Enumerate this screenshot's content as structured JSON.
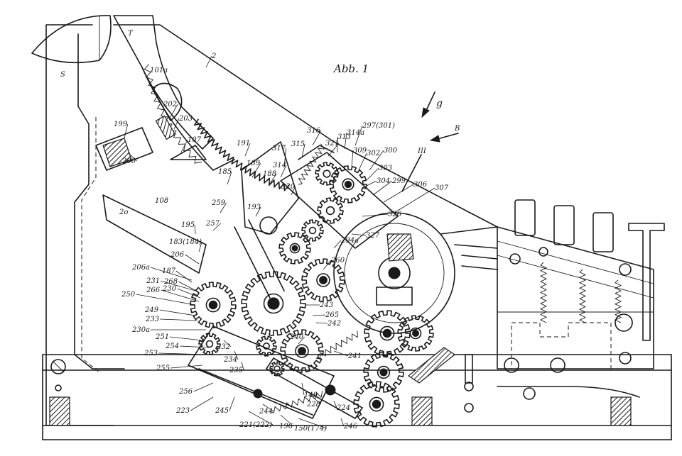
{
  "figure": {
    "title": "Abb. 1",
    "direction_labels": {
      "g": "g",
      "b": "B",
      "iii": "III"
    },
    "part_labels": {
      "s": "S",
      "t": "T",
      "z": "2",
      "zo": "2o",
      "p101a": "101a",
      "p202": "202",
      "p203": "203",
      "p199": "199",
      "p200": "200",
      "p107": "107",
      "p108": "108",
      "p191": "191",
      "p317": "317",
      "p316": "316",
      "p315": "315",
      "p321": "321",
      "p313": "313",
      "p314a": "314a",
      "p297": "297(301)",
      "p309": "309",
      "p302": "302",
      "p300": "300",
      "p303": "303",
      "p304": "304",
      "p299": "299",
      "p306": "306",
      "p307": "307",
      "p326": "326",
      "p327": "327",
      "p185": "185",
      "p189": "189",
      "p188": "188",
      "p314": "314",
      "p320": "320",
      "p259": "259",
      "p193": "193",
      "p195": "195",
      "p257": "257",
      "p183": "183(184)",
      "p206": "206",
      "p206a": "206a",
      "p187": "187",
      "p231": "231",
      "p268": "268",
      "p230": "230",
      "p250": "250",
      "p266": "266",
      "p249": "249",
      "p233": "233",
      "p230a": "230a",
      "p251": "251",
      "p254": "254",
      "p253": "253",
      "p255": "255",
      "p256": "256",
      "p223": "223",
      "p245": "245",
      "p221": "221(222)",
      "p244": "244",
      "p196": "196",
      "p150": "150(174)",
      "p149": "149",
      "p228": "228",
      "p224": "224",
      "p246": "246",
      "p241": "241",
      "p242": "242",
      "p243": "243",
      "p265": "265",
      "p260": "260",
      "p294a": "294a",
      "p232": "232",
      "p234": "234",
      "p235": "235",
      "p240": "240"
    }
  }
}
